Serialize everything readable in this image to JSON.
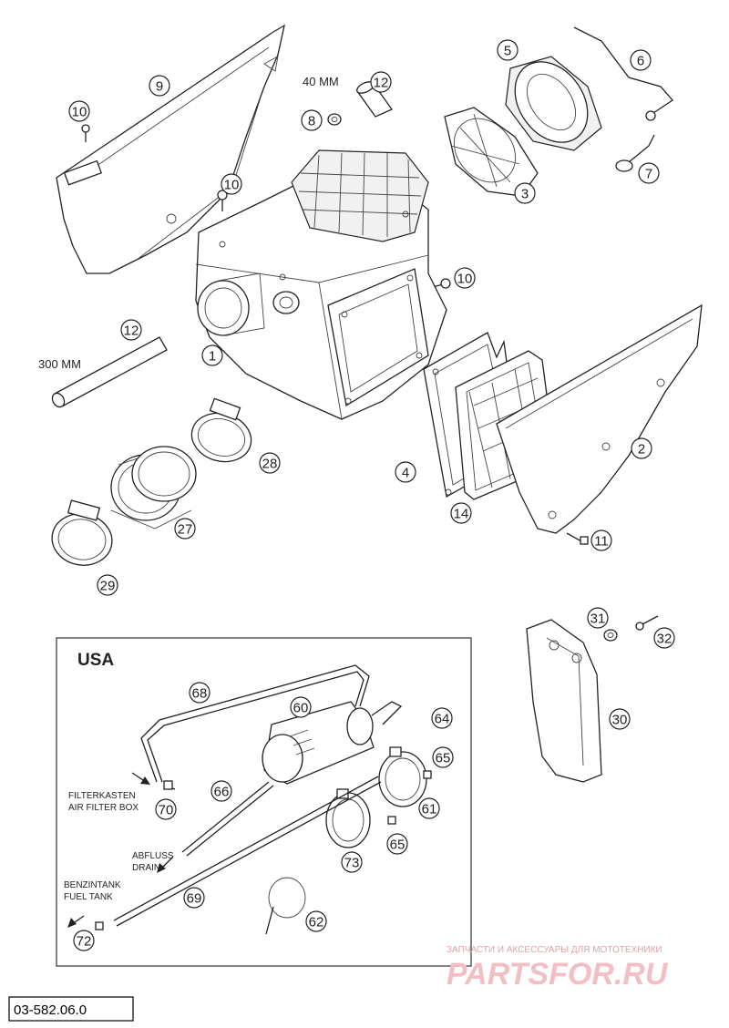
{
  "callouts": [
    "1",
    "2",
    "3",
    "4",
    "5",
    "6",
    "7",
    "8",
    "9",
    "10",
    "11",
    "12",
    "14",
    "27",
    "28",
    "29",
    "30",
    "31",
    "32",
    "60",
    "61",
    "62",
    "64",
    "65",
    "66",
    "68",
    "69",
    "70",
    "72",
    "73"
  ],
  "dimensions": {
    "short_hose": "40 MM",
    "long_hose": "300 MM"
  },
  "usa_box": {
    "title": "USA",
    "filterkasten_de": "FILTERKASTEN",
    "filterkasten_en": "AIR FILTER BOX",
    "abfluss_de": "ABFLUSS",
    "abfluss_en": "DRAIN",
    "benzintank_de": "BENZINTANK",
    "benzintank_en": "FUEL TANK"
  },
  "watermark": {
    "tagline": "ЗАПЧАСТИ И АКСЕССУАРЫ ДЛЯ МОТОТЕХНИКИ",
    "brand": "PARTSFOR.RU"
  },
  "document_number": "03-582.06.0"
}
